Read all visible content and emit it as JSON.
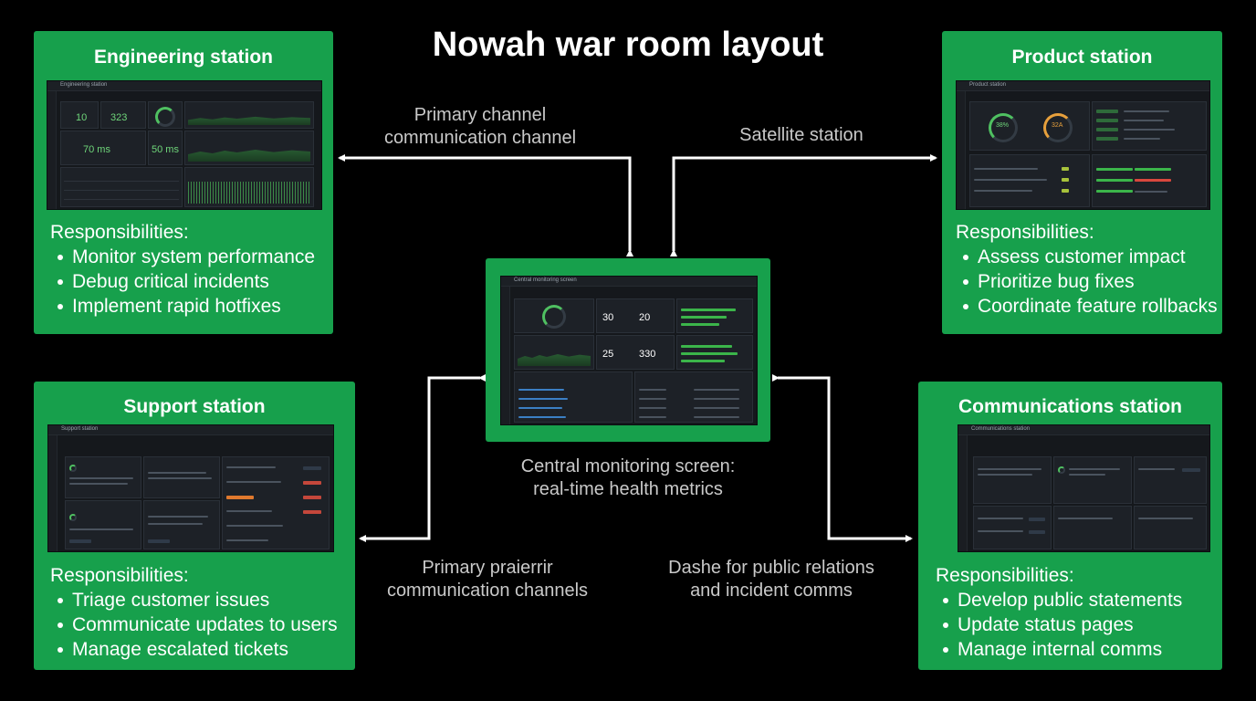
{
  "title": "Nowah war room layout",
  "stations": {
    "engineering": {
      "name": "Engineering station",
      "screen_title": "Engineering station",
      "stats": [
        "10",
        "323",
        "70 ms",
        "50 ms"
      ],
      "responsibilities_heading": "Responsibilities:",
      "responsibilities": [
        "Monitor system performance",
        "Debug critical incidents",
        "Implement rapid hotfixes"
      ]
    },
    "product": {
      "name": "Product station",
      "screen_title": "Product station",
      "stats": [
        "38%",
        "32A"
      ],
      "responsibilities_heading": "Responsibilities:",
      "responsibilities": [
        "Assess customer impact",
        "Prioritize bug fixes",
        "Coordinate feature rollbacks"
      ]
    },
    "support": {
      "name": "Support station",
      "screen_title": "Support station",
      "responsibilities_heading": "Responsibilities:",
      "responsibilities": [
        "Triage customer issues",
        "Communicate updates to users",
        "Manage escalated tickets"
      ]
    },
    "communications": {
      "name": "Communications station",
      "screen_title": "Communications station",
      "responsibilities_heading": "Responsibilities:",
      "responsibilities": [
        "Develop public statements",
        "Update status pages",
        "Manage internal comms"
      ]
    }
  },
  "central": {
    "screen_title": "Central monitoring screen",
    "stats": [
      "30",
      "20",
      "25",
      "330"
    ],
    "caption_line1": "Central monitoring screen:",
    "caption_line2": "real-time health metrics"
  },
  "labels": {
    "top_left_line1": "Primary channel",
    "top_left_line2": "communication channel",
    "top_right": "Satellite station",
    "bottom_left_line1": "Primary praierrir",
    "bottom_left_line2": "communication channels",
    "bottom_right_line1": "Dashe for public relations",
    "bottom_right_line2": "and incident comms"
  },
  "colors": {
    "background": "#000000",
    "station_green": "#17a04c",
    "arrow": "#ffffff",
    "label_gray": "#c9c9c9"
  }
}
